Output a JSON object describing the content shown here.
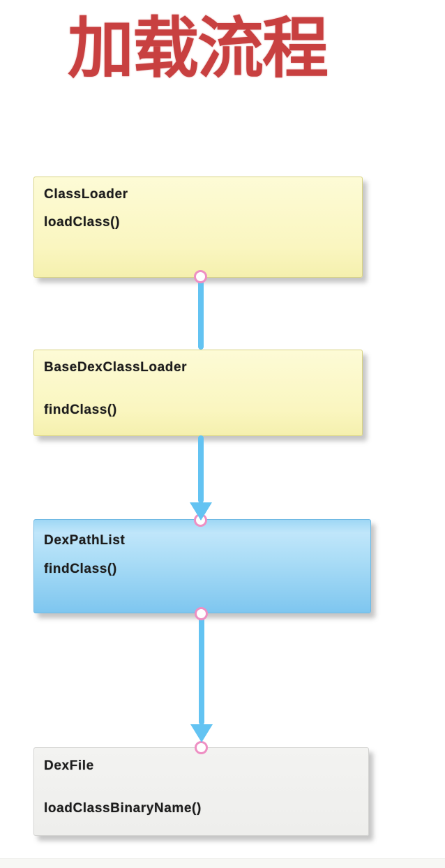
{
  "page": {
    "title": "加载流程",
    "title_color": "#c84040"
  },
  "diagram": {
    "nodes": [
      {
        "id": "classloader",
        "class_name": "ClassLoader",
        "method": "loadClass()",
        "variant": "yellow"
      },
      {
        "id": "basedexclassloader",
        "class_name": "BaseDexClassLoader",
        "method": "findClass()",
        "variant": "yellow"
      },
      {
        "id": "dexpathlist",
        "class_name": "DexPathList",
        "method": "findClass()",
        "variant": "blue"
      },
      {
        "id": "dexfile",
        "class_name": "DexFile",
        "method": "loadClassBinaryName()",
        "variant": "gray"
      }
    ],
    "edges": [
      {
        "from": "classloader",
        "to": "basedexclassloader",
        "direction": "down",
        "arrowhead": false
      },
      {
        "from": "basedexclassloader",
        "to": "dexpathlist",
        "direction": "down",
        "arrowhead": true
      },
      {
        "from": "dexpathlist",
        "to": "dexfile",
        "direction": "down",
        "arrowhead": true
      }
    ],
    "colors": {
      "arrow_blue": "#63c3f2",
      "connector_ring_pink": "#ee8fc3",
      "yellow_box_fill": "#fbf8c6",
      "yellow_box_border": "#d9d483",
      "blue_box_fill_top": "#c0e6fa",
      "blue_box_fill_bottom": "#7ec6ef",
      "gray_box_fill": "#f0f0ee",
      "box_text": "#1c1c1c"
    }
  }
}
